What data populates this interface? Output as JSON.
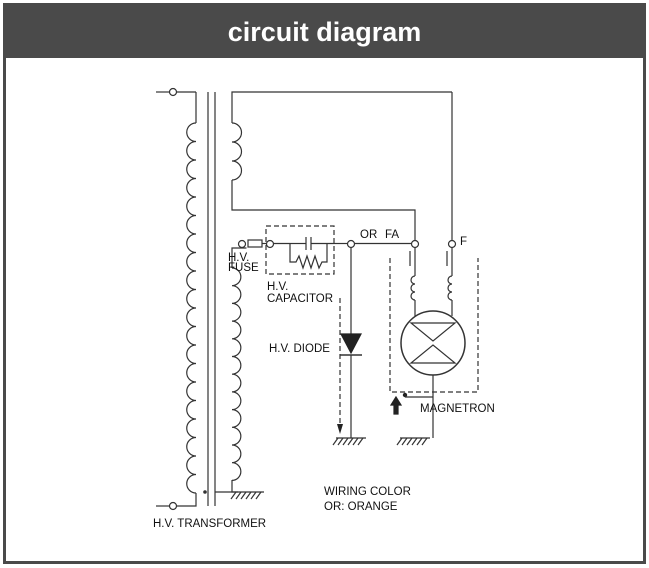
{
  "title": "circuit diagram",
  "labels": {
    "hv_fuse_line1": "H.V.",
    "hv_fuse_line2": "FUSE",
    "hv_capacitor_line1": "H.V.",
    "hv_capacitor_line2": "CAPACITOR",
    "or_wire": "OR",
    "fa_terminal": "FA",
    "f_terminal": "F",
    "hv_diode": "H.V. DIODE",
    "magnetron": "MAGNETRON",
    "hv_transformer": "H.V. TRANSFORMER",
    "wiring_color_line1": "WIRING COLOR",
    "wiring_color_line2": "OR: ORANGE"
  },
  "colors": {
    "title_bar": "#4a4a4a",
    "title_text": "#ffffff",
    "line": "#333333"
  }
}
